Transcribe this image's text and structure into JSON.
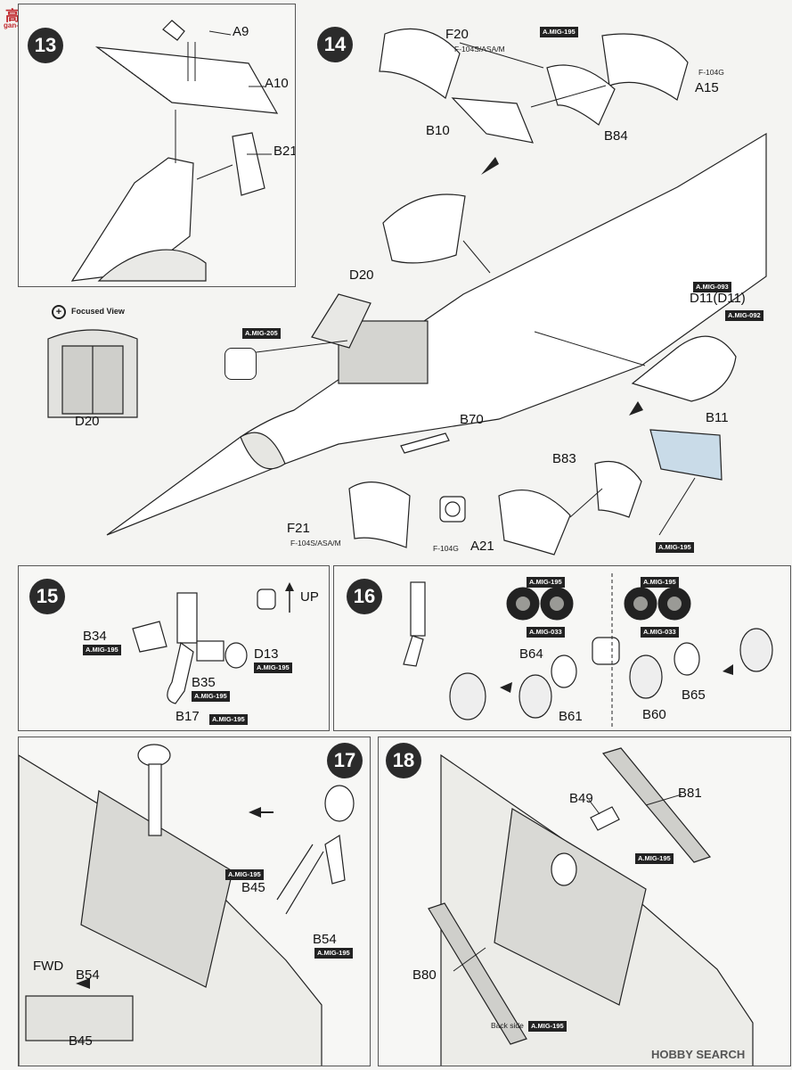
{
  "watermark": {
    "top_left_text": "gan-shan.com",
    "top_left_logo": "高山网",
    "bottom_right_text": "HOBBY SEARCH"
  },
  "colors": {
    "ink": "#1a1a1a",
    "tag_bg": "#222222",
    "paper": "#f7f7f5",
    "highlight": "#c9dbe8"
  },
  "step13": {
    "number": "13",
    "labels": {
      "a9": "A9",
      "a10": "A10",
      "b21": "B21"
    }
  },
  "focused": {
    "title": "Focused View",
    "part": "D20"
  },
  "step14": {
    "number": "14",
    "labels": {
      "f20": "F20",
      "f20_sub": "F-104S/ASA/M",
      "a15": "A15",
      "a15_sub": "F-104G",
      "b10": "B10",
      "b84": "B84",
      "d20": "D20",
      "d11": "D11(D11)",
      "b70": "B70",
      "b11": "B11",
      "b83": "B83",
      "f21": "F21",
      "f21_sub": "F-104S/ASA/M",
      "a21": "A21",
      "a21_sub": "F-104G"
    },
    "tags": {
      "mig195_top": "A.MIG-195",
      "mig093": "A.MIG-093",
      "mig092": "A.MIG-092",
      "mig205": "A.MIG-205",
      "mig195_bottom": "A.MIG-195"
    }
  },
  "step15": {
    "number": "15",
    "up": "UP",
    "labels": {
      "b34": "B34",
      "b35": "B35",
      "b17": "B17",
      "d13": "D13"
    },
    "tags": {
      "b34": "A.MIG-195",
      "b35": "A.MIG-195",
      "b17": "A.MIG-195",
      "d13": "A.MIG-195"
    }
  },
  "step16": {
    "number": "16",
    "labels": {
      "b64": "B64",
      "b61": "B61",
      "b60": "B60",
      "b65": "B65"
    },
    "tags": {
      "l_top": "A.MIG-195",
      "l_bot": "A.MIG-033",
      "r_top": "A.MIG-195",
      "r_bot": "A.MIG-033"
    }
  },
  "step17": {
    "number": "17",
    "labels": {
      "b45": "B45",
      "b54": "B54",
      "fwd": "FWD",
      "inset_b54": "B54",
      "inset_b45": "B45"
    },
    "tags": {
      "b45": "A.MIG-195",
      "b54": "A.MIG-195"
    }
  },
  "step18": {
    "number": "18",
    "labels": {
      "b49": "B49",
      "b81": "B81",
      "b80": "B80",
      "back": "Back side"
    },
    "tags": {
      "b81": "A.MIG-195",
      "back": "A.MIG-195"
    }
  }
}
